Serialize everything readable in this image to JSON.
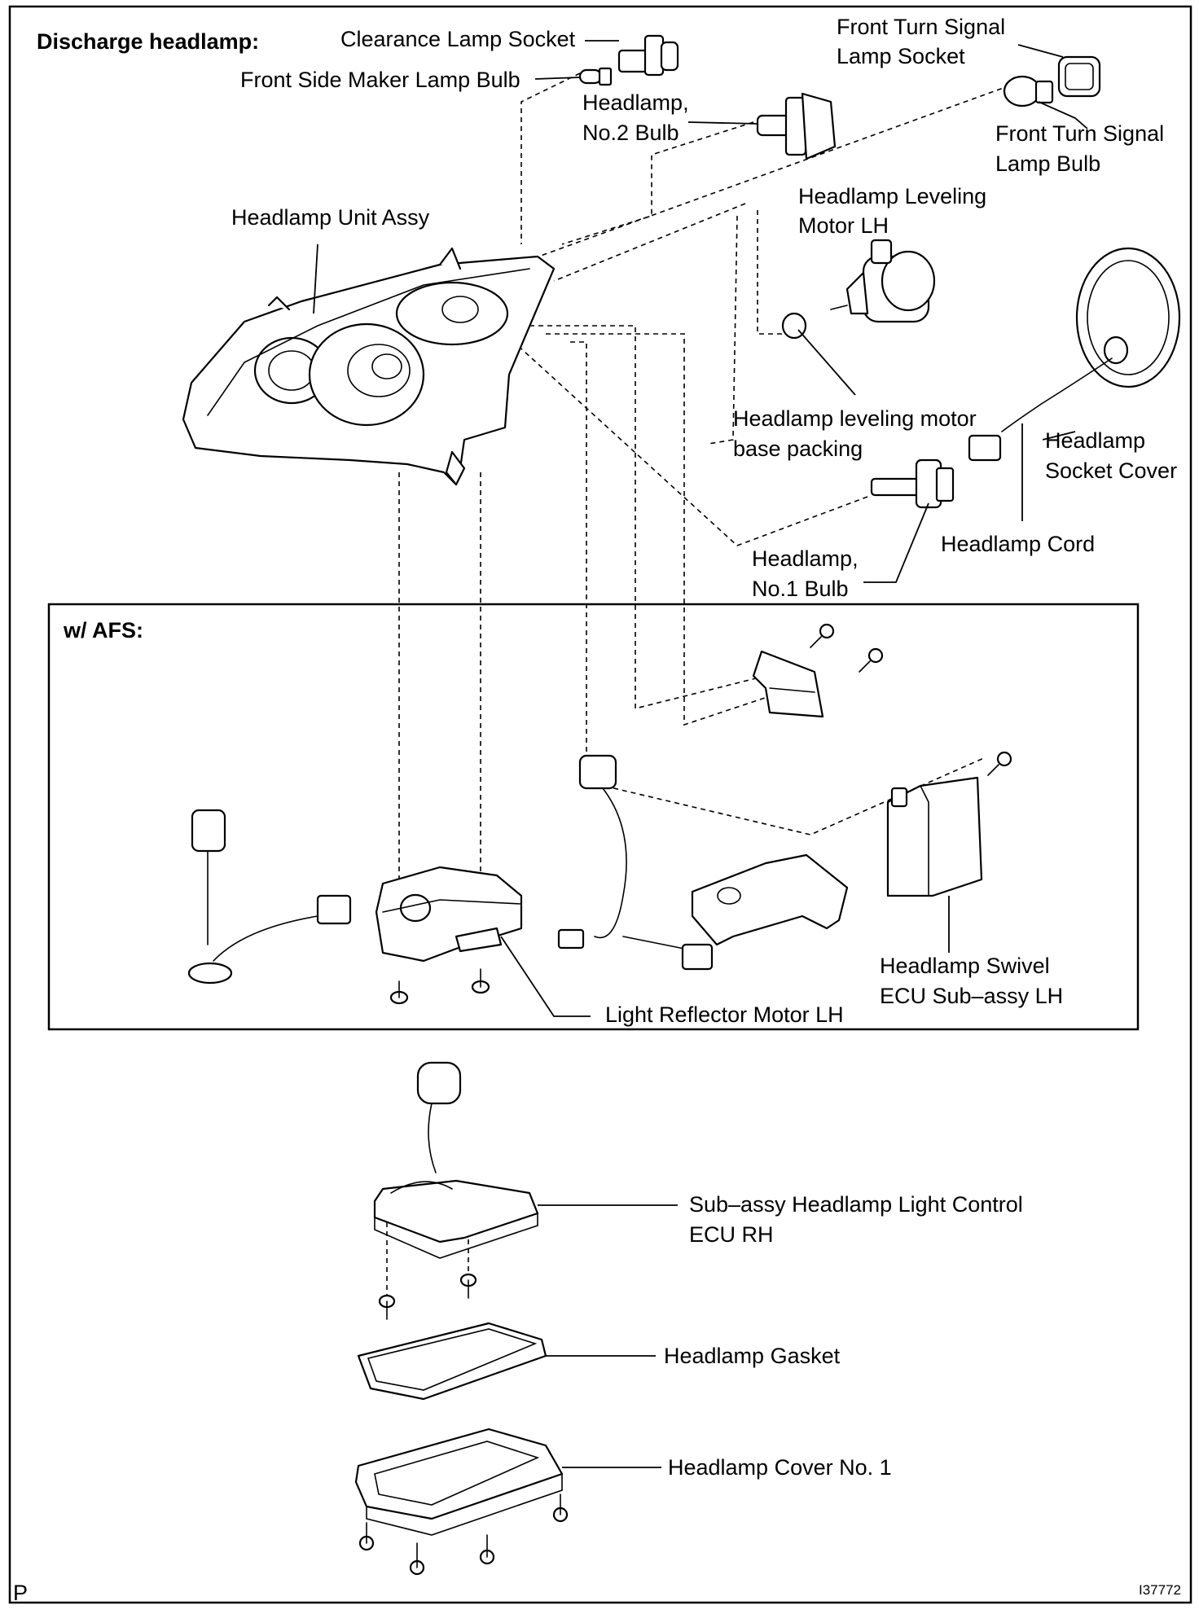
{
  "header": {
    "title": "Discharge headlamp:"
  },
  "afs_box": {
    "label": "w/ AFS:"
  },
  "labels": {
    "clearance_socket": "Clearance Lamp Socket",
    "side_marker_bulb": "Front Side Maker Lamp Bulb",
    "no2_bulb_l1": "Headlamp,",
    "no2_bulb_l2": "No.2 Bulb",
    "turn_socket_l1": "Front Turn Signal",
    "turn_socket_l2": "Lamp Socket",
    "turn_bulb_l1": "Front Turn Signal",
    "turn_bulb_l2": "Lamp Bulb",
    "unit_assy": "Headlamp Unit Assy",
    "leveling_motor_l1": "Headlamp Leveling",
    "leveling_motor_l2": "Motor LH",
    "packing_l1": "Headlamp leveling motor",
    "packing_l2": "base packing",
    "socket_cover_l1": "Headlamp",
    "socket_cover_l2": "Socket Cover",
    "cord": "Headlamp Cord",
    "no1_bulb_l1": "Headlamp,",
    "no1_bulb_l2": "No.1 Bulb",
    "swivel_ecu_l1": "Headlamp Swivel",
    "swivel_ecu_l2": "ECU Sub–assy LH",
    "reflector_motor": "Light Reflector Motor LH",
    "control_ecu_l1": "Sub–assy Headlamp Light Control",
    "control_ecu_l2": "ECU RH",
    "gasket": "Headlamp Gasket",
    "cover": "Headlamp Cover No. 1"
  },
  "footer": {
    "left_mark": "P",
    "figure_id": "I37772"
  }
}
